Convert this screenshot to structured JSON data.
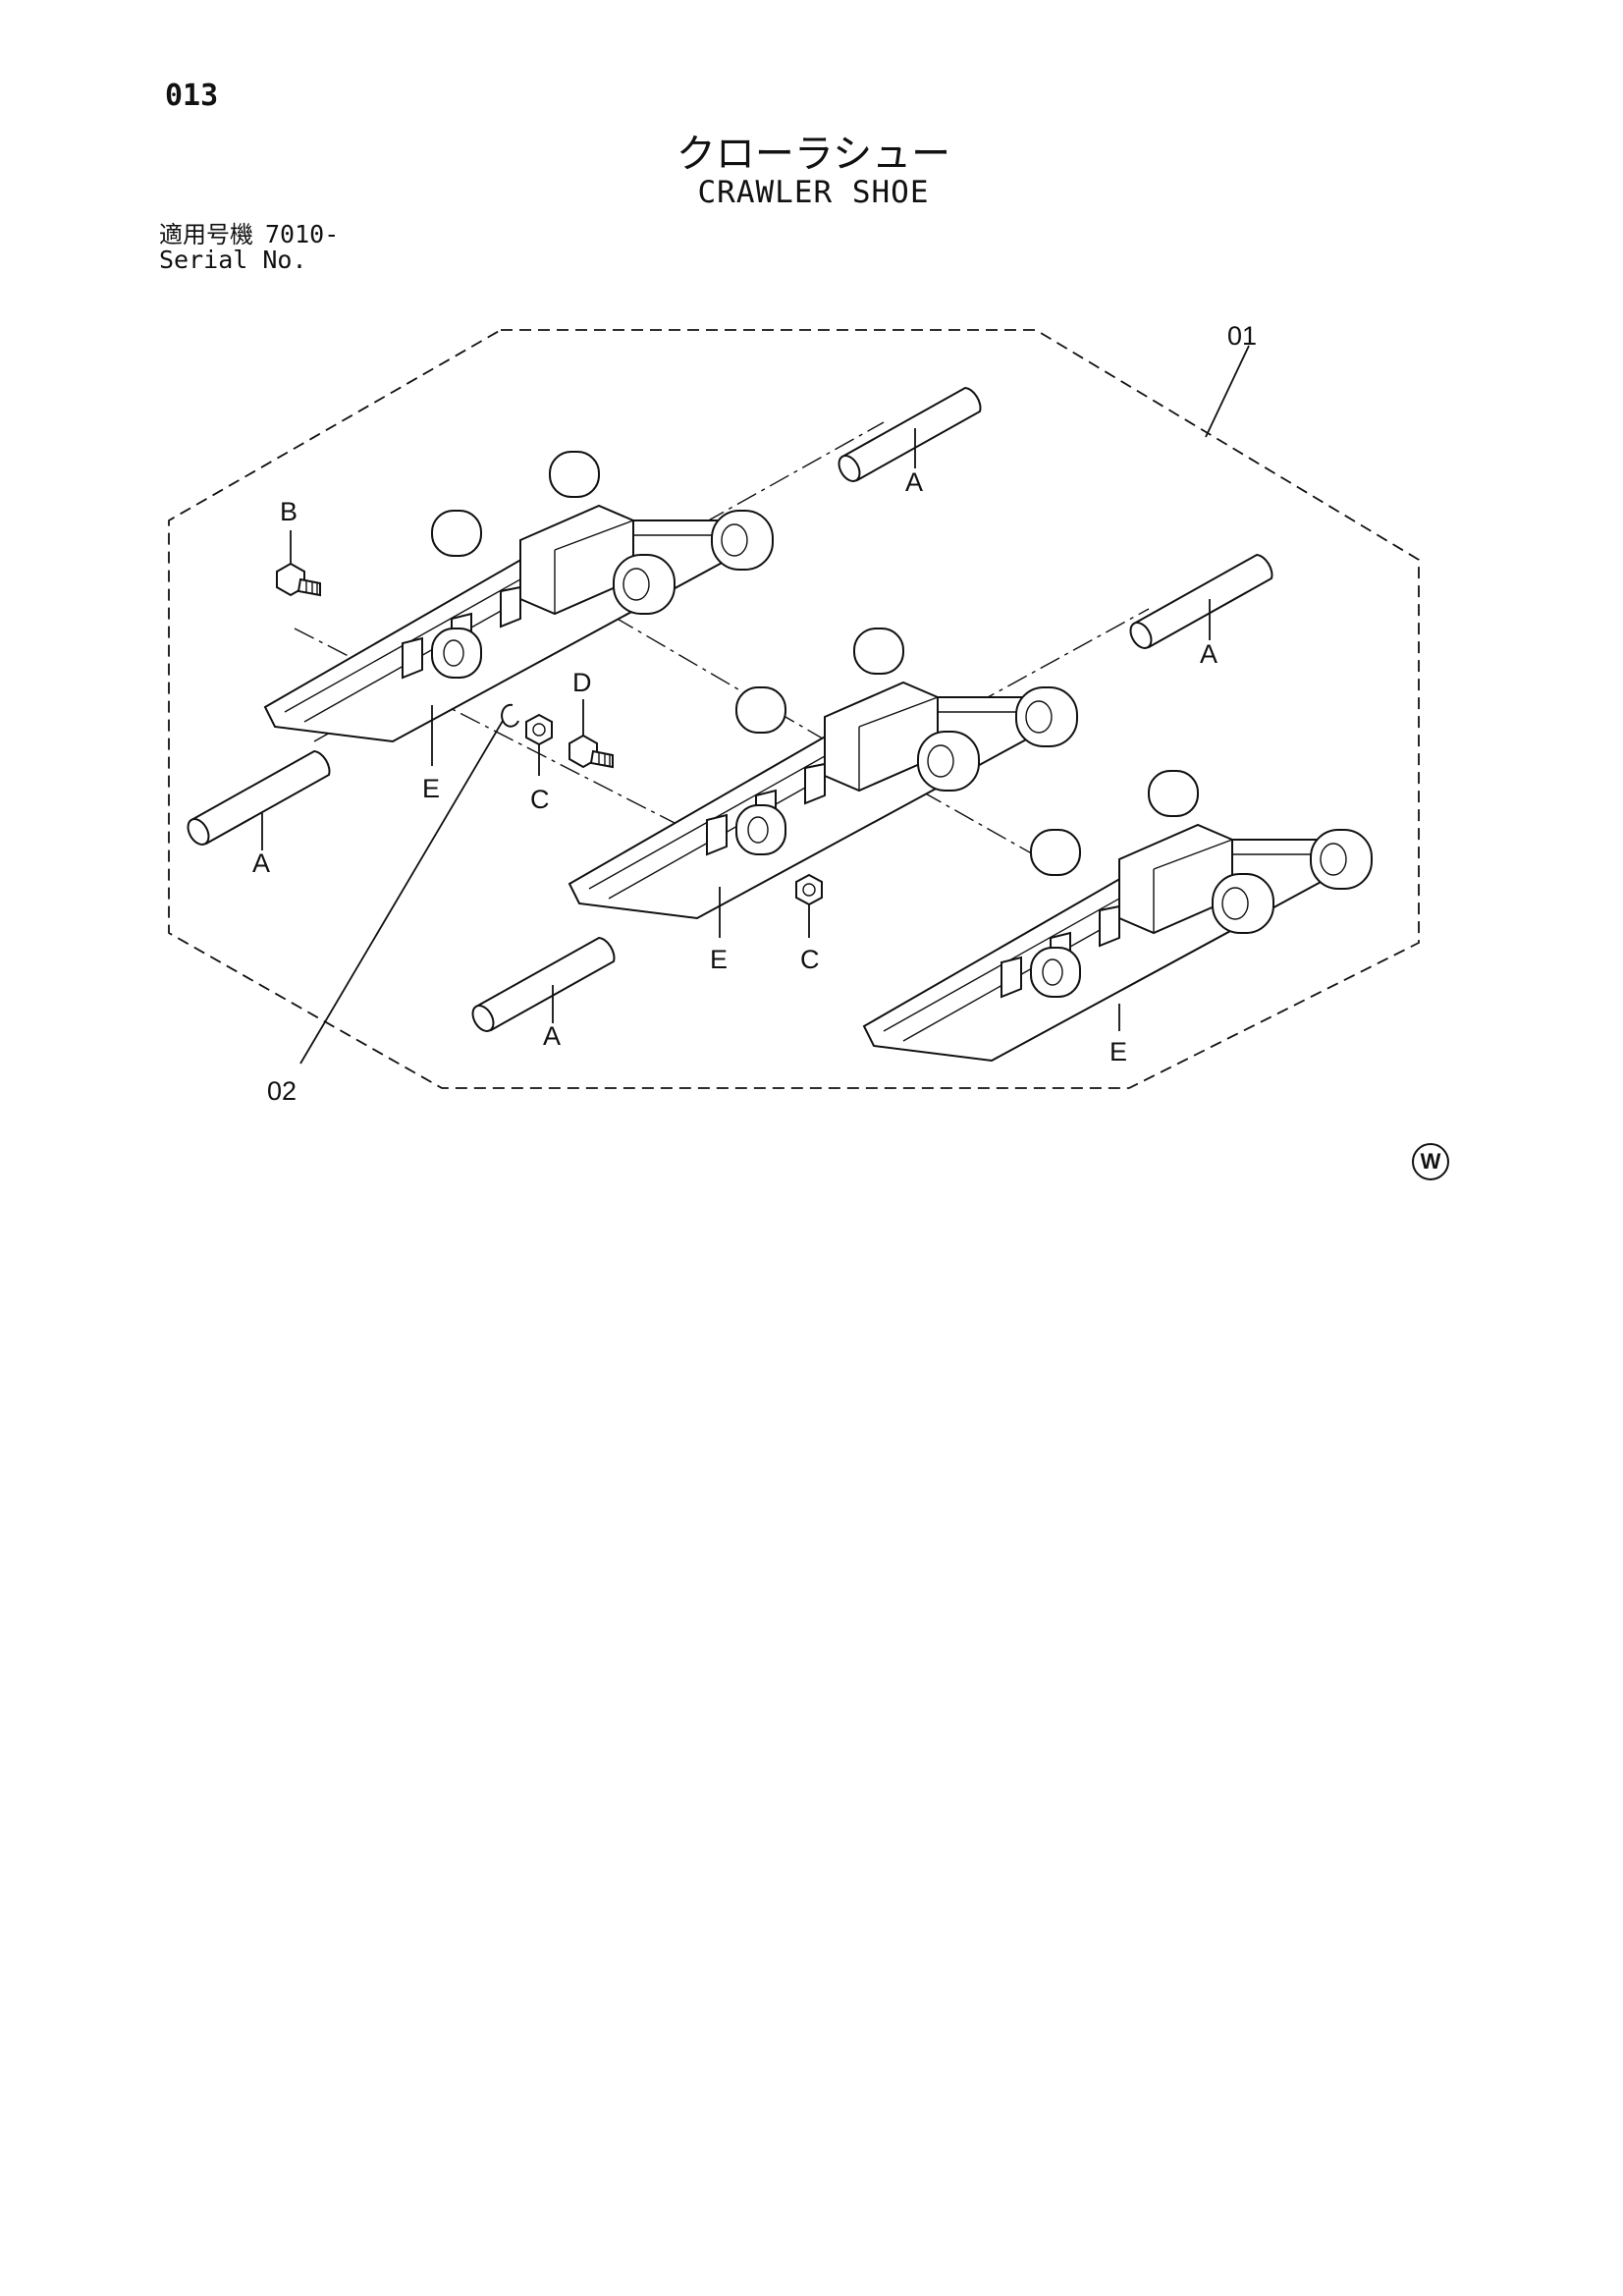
{
  "page_number": "013",
  "title_jp": "クローラシュー",
  "title_en": "CRAWLER SHOE",
  "serial": {
    "label_jp": "適用号機",
    "value": "7010-",
    "label_en": "Serial No."
  },
  "callouts": {
    "assembly": "01",
    "clip": "02",
    "pin": "A",
    "bolt_b": "B",
    "nut": "C",
    "bolt_d": "D",
    "shoe": "E"
  },
  "watermark": "W"
}
